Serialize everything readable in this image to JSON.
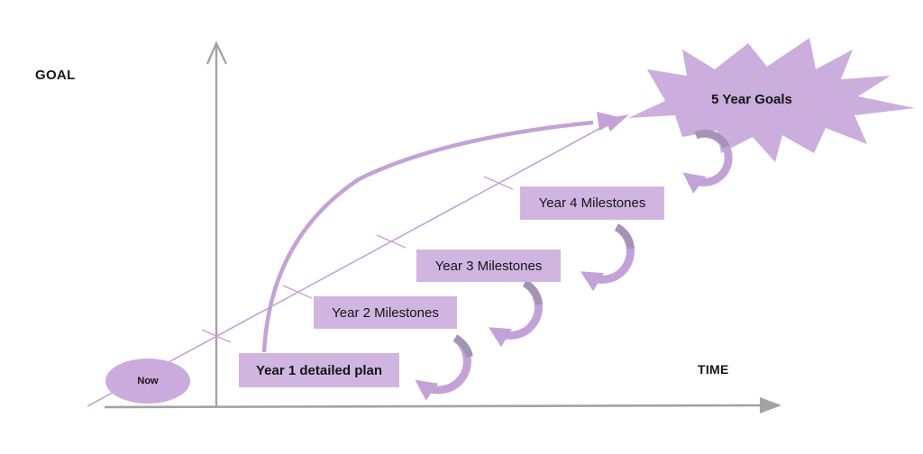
{
  "diagram": {
    "axes": {
      "y_label": "GOAL",
      "x_label": "TIME"
    },
    "start_node": {
      "label": "Now"
    },
    "milestones": [
      {
        "label": "Year 1 detailed plan"
      },
      {
        "label": "Year 2 Milestones"
      },
      {
        "label": "Year 3 Milestones"
      },
      {
        "label": "Year 4 Milestones"
      }
    ],
    "goal_node": {
      "label": "5 Year Goals"
    },
    "colors": {
      "box_fill": "#d1b5e1",
      "star_fill": "#cbadde",
      "ellipse_fill": "#cbaade",
      "line_purple": "#c3a2d8",
      "arrow_shadow": "#a394b3",
      "axis_gray": "#a2a2a2",
      "text": "#1c1c1c"
    }
  }
}
